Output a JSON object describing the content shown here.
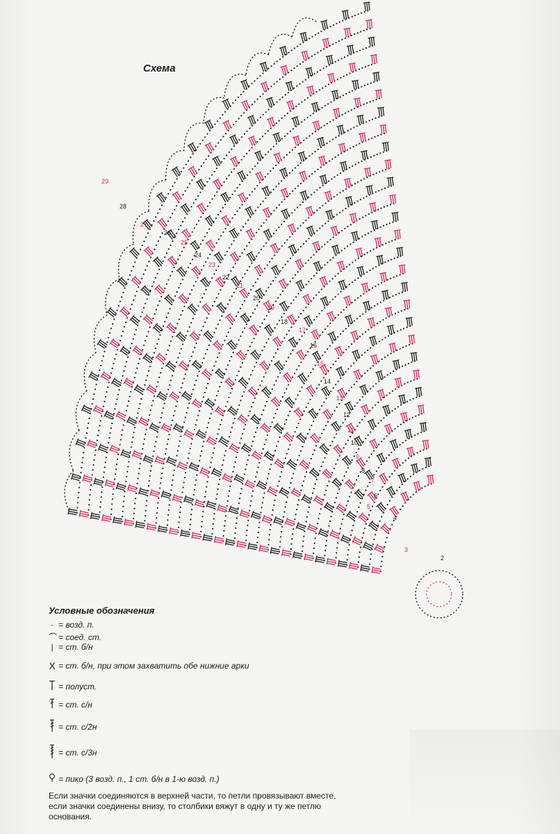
{
  "title": "Схема",
  "diagram": {
    "round_labels": [
      "2",
      "3",
      "4",
      "5",
      "6",
      "7",
      "8",
      "9",
      "10",
      "11",
      "12",
      "13",
      "14",
      "15",
      "16",
      "17",
      "18",
      "19",
      "20",
      "21",
      "22",
      "23",
      "24",
      "25",
      "26",
      "27",
      "28",
      "29"
    ],
    "colors": {
      "black": "#1a1a1a",
      "pink": "#d4265f"
    }
  },
  "legend": {
    "title": "Условные обозначения",
    "items": [
      {
        "icon": "dot-icon",
        "text": "= возд. п."
      },
      {
        "icon": "arc-icon",
        "text": "= соед. ст."
      },
      {
        "icon": "bar-icon",
        "text": "= ст. б/н"
      },
      {
        "icon": "x-icon",
        "text": "= ст. б/н, при этом захватить обе нижние арки"
      },
      {
        "icon": "half-dc-icon",
        "text": "= полуст."
      },
      {
        "icon": "dc-icon",
        "text": "= ст. с/н"
      },
      {
        "icon": "tr-icon",
        "text": "= ст. с/2н"
      },
      {
        "icon": "dtr-icon",
        "text": "= ст. с/3н"
      },
      {
        "icon": "picot-icon",
        "text": "= пико (3 возд. п., 1 ст. б/н в 1-ю возд. п.)"
      }
    ]
  },
  "note": "Если значки соединяются в верхней части, то петли провязывают вместе, если значки соединены внизу, то столбики вяжут в одну и ту же петлю основания."
}
